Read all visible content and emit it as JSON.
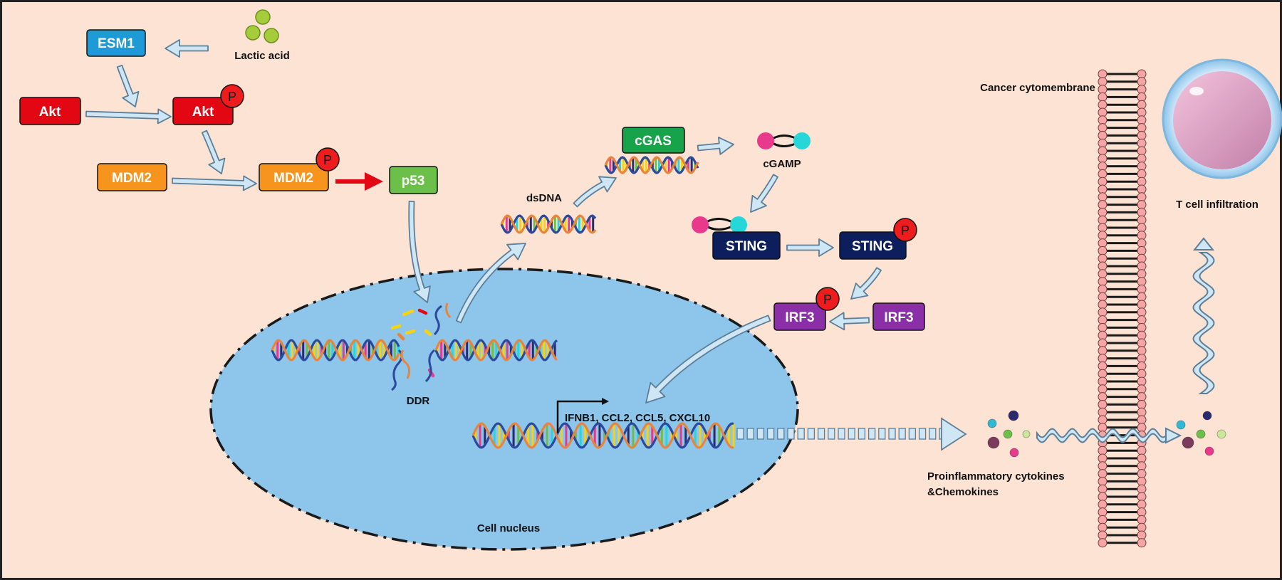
{
  "labels": {
    "lactic_acid": "Lactic acid",
    "dsdna": "dsDNA",
    "cgamp": "cGAMP",
    "ddr": "DDR",
    "genes": "IFNB1, CCL2, CCL5, CXCL10",
    "cell_nucleus": "Cell nucleus",
    "cancer_cytomembrane": "Cancer cytomembrane",
    "t_cell_infiltration": "T cell infiltration",
    "cytokines_line1": "Proinflammatory cytokines",
    "cytokines_line2": "&Chemokines"
  },
  "nodes": {
    "esm1": {
      "label": "ESM1",
      "color": "#1e9ad6"
    },
    "akt": {
      "label": "Akt",
      "color": "#e30613"
    },
    "akt_p": {
      "label": "Akt",
      "color": "#e30613"
    },
    "mdm2": {
      "label": "MDM2",
      "color": "#f7941d"
    },
    "mdm2_p": {
      "label": "MDM2",
      "color": "#f7941d"
    },
    "p53": {
      "label": "p53",
      "color": "#6cc04a"
    },
    "cgas": {
      "label": "cGAS",
      "color": "#17a34a"
    },
    "sting": {
      "label": "STING",
      "color": "#0c1f5c"
    },
    "sting_p": {
      "label": "STING",
      "color": "#0c1f5c"
    },
    "irf3_p": {
      "label": "IRF3",
      "color": "#8b2fa8"
    },
    "irf3": {
      "label": "IRF3",
      "color": "#8b2fa8"
    }
  },
  "phospho": {
    "label": "P",
    "color": "#ee1c1c"
  },
  "colors": {
    "background": "#fde3d3",
    "nucleus": "#8ec5ea",
    "arrow_fill": "#cfe6f5",
    "arrow_stroke": "#5b7f99",
    "highlight_arrow": "#e30613",
    "membrane_head": "#f4a6a6"
  }
}
